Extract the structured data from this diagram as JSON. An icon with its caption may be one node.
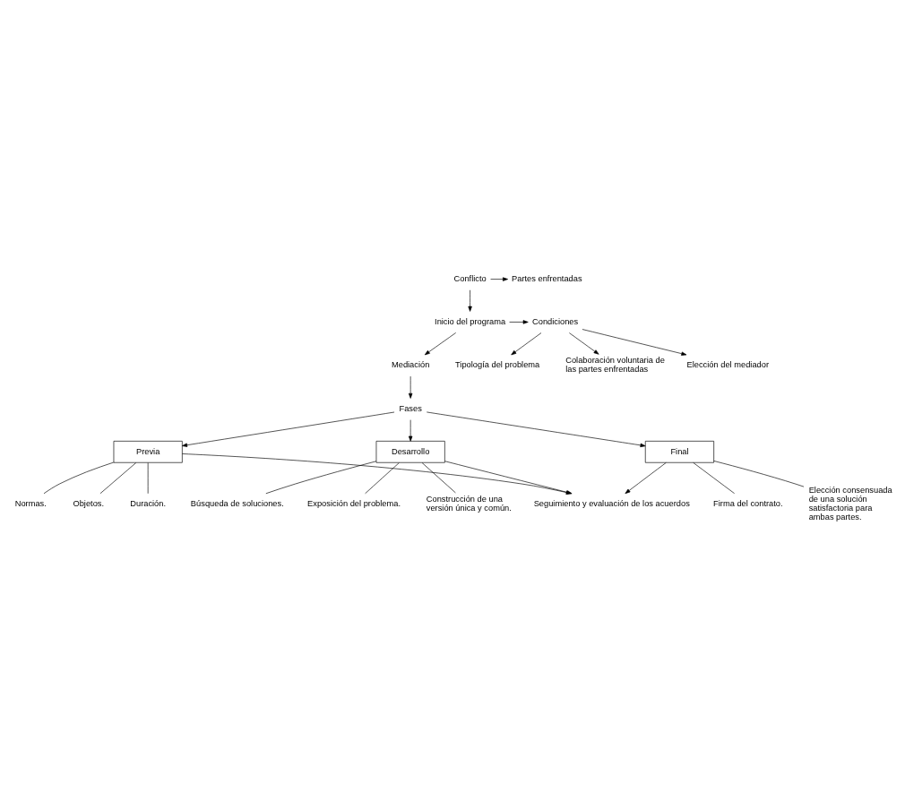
{
  "diagram": {
    "nodes": [
      {
        "text": [
          "Conflicto"
        ]
      },
      {
        "text": [
          "Partes enfrentadas"
        ]
      },
      {
        "text": [
          "Inicio del programa"
        ]
      },
      {
        "text": [
          "Condiciones"
        ]
      },
      {
        "text": [
          "Tipología del problema"
        ]
      },
      {
        "text": [
          "Colaboración voluntaria de las partes enfrentadas"
        ]
      },
      {
        "text": [
          "Elección del mediador"
        ]
      },
      {
        "text": [
          "Mediación"
        ]
      },
      {
        "text": [
          "Fases"
        ]
      },
      {
        "text": [
          "Previa"
        ]
      },
      {
        "text": [
          "Desarrollo"
        ]
      },
      {
        "text": [
          "Final"
        ]
      },
      {
        "text": [
          "Normas."
        ]
      },
      {
        "text": [
          "Objetos."
        ]
      },
      {
        "text": [
          "Duración."
        ]
      },
      {
        "text": [
          "Exposición del problema."
        ]
      },
      {
        "text": [
          "Construcción de una versión única y común."
        ]
      },
      {
        "text": [
          "Búsqueda de soluciones."
        ]
      },
      {
        "text": [
          "Elección consensuada de una solución satisfactoria para ambas partes."
        ]
      },
      {
        "text": [
          "Firma del contrato."
        ]
      },
      {
        "text": [
          "Seguimiento y evaluación de los acuerdos"
        ]
      }
    ],
    "edges": [
      {
        "from": 0,
        "to": 1,
        "arrow": "to"
      },
      {
        "from": 0,
        "to": 2,
        "arrow": "to"
      },
      {
        "from": 2,
        "to": 3,
        "arrow": "to"
      },
      {
        "from": 3,
        "to": 4,
        "arrow": "to"
      },
      {
        "from": 3,
        "to": 5,
        "arrow": "to"
      },
      {
        "from": 3,
        "to": 6,
        "arrow": "to"
      },
      {
        "from": 2,
        "to": 7,
        "arrow": "to"
      },
      {
        "from": 7,
        "to": 8,
        "arrow": "to"
      },
      {
        "from": 8,
        "to": 9,
        "arrow": "to"
      },
      {
        "from": 8,
        "to": 10,
        "arrow": "to"
      },
      {
        "from": 8,
        "to": 11,
        "arrow": "to"
      },
      {
        "from": 9,
        "to": 12,
        "arrow": "none"
      },
      {
        "from": 9,
        "to": 13,
        "arrow": "none"
      },
      {
        "from": 9,
        "to": 14,
        "arrow": "none"
      },
      {
        "from": 10,
        "to": 15,
        "arrow": "none"
      },
      {
        "from": 10,
        "to": 16,
        "arrow": "none"
      },
      {
        "from": 10,
        "to": 17,
        "arrow": "none"
      },
      {
        "from": 11,
        "to": 18,
        "arrow": "none"
      },
      {
        "from": 11,
        "to": 19,
        "arrow": "none"
      },
      {
        "from": 9,
        "to": 20,
        "arrow": "to"
      },
      {
        "from": 10,
        "to": 20,
        "arrow": "to"
      },
      {
        "from": 11,
        "to": 20,
        "arrow": "to"
      }
    ]
  }
}
